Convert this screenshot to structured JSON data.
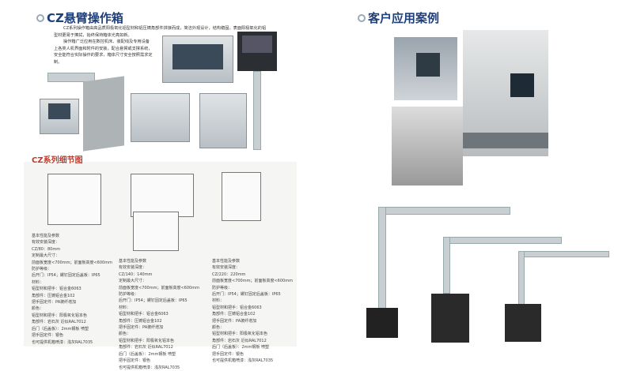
{
  "left": {
    "title": "CZ悬臂操作箱",
    "intro1": "CZ系列操作箱由高品质阳极氧化铝型材和铝压铸角部件拼接而成，简洁外观设计，结构稳固。表面阳极氧化的铝型材更易于擦拭，始终保持箱体光亮如新。",
    "intro2": "操作箱广泛应用在数控机床、装配线及专用设备上各类人机界面和附件的安装，配合悬臂或支撑系统，安全能符合实际操作的要求，箱体尺寸安全按照需求定制。",
    "detail_title": "CZ系列细节图",
    "specs": [
      "基本性能及参数\n有效安装深度：\nCZ/80：80mm\n定制最大尺寸：\n前面板宽度<700mm；前面板高度<600mm\n防护等级：\n后开门：IP54；螺钉固定后盖板：IP65\n材料：\n铝型材和把手：铝合金6063\n角部件：压铸铝合金102\n把手固定件：PA玻纤增加\n颜色：\n铝型材和把手：阳极氧化铝本色\n角部件：岩石灰 近似RAL7012\n后门（后盖板）：2mm钢板 喷塑\n把手固定件：银色\n也可提供机箱喷漆：浅灰RAL7035",
      "基本性能及参数\n有效安装深度：\nCZ/140：140mm\n定制最大尺寸：\n前面板宽度<700mm；前面板高度<600mm\n防护等级：\n后开门：IP54；螺钉固定后盖板：IP65\n材料：\n铝型材和把手：铝合金6063\n角部件：压铸铝合金102\n把手固定件：PA玻纤增加\n颜色：\n铝型材和把手：阳极氧化铝本色\n角部件：岩石灰 近似RAL7012\n后门（后盖板）：2mm钢板 喷塑\n把手固定件：银色\n也可提供机箱喷漆：浅灰RAL7035",
      "基本性能及参数\n有效安装深度：\nCZ/220：220mm\n前面板宽度<700mm；前面板高度<600mm\n防护等级：\n后开门：IP54；螺钉固定后盖板：IP65\n材料：\n铝型材和把手：铝合金6063\n角部件：压铸铝合金102\n把手固定件：PA玻纤增加\n颜色：\n铝型材和把手：阳极氧化铝本色\n角部件：岩石灰 近似RAL7012\n后门（后盖板）：2mm钢板 喷塑\n把手固定件：银色\n也可提供机箱喷漆：浅灰RAL7035"
    ]
  },
  "right": {
    "title": "客户应用案例"
  }
}
